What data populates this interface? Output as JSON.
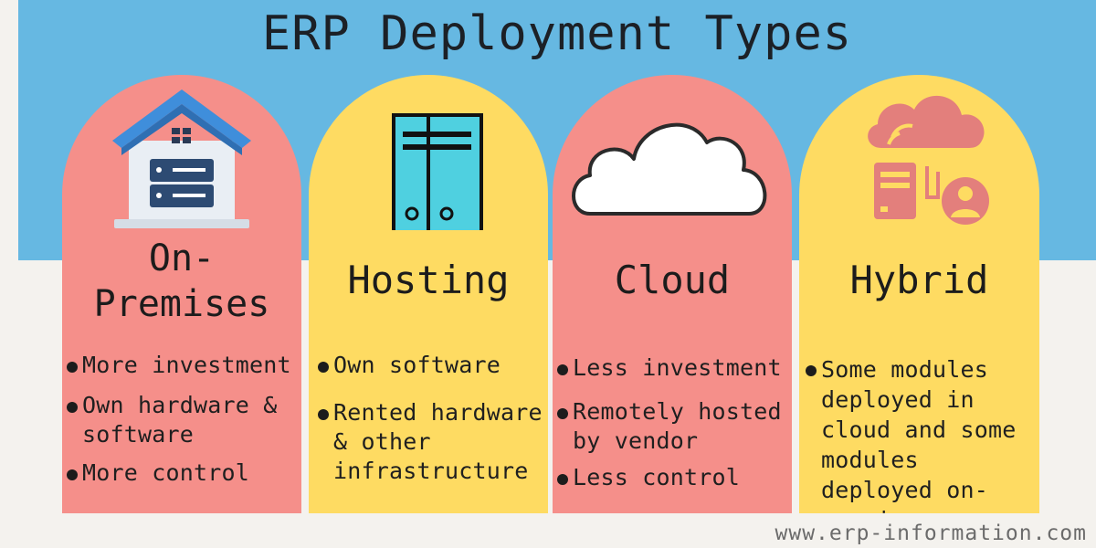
{
  "title": "ERP Deployment Types",
  "colors": {
    "sky": "#66b8e2",
    "pink": "#f58f8a",
    "yellow": "#fedb62",
    "cyan": "#4fd0e0"
  },
  "cards": [
    {
      "heading": "On-\nPremises",
      "icon": "house-server-icon",
      "bullets": [
        "More investment",
        "Own hardware & software",
        "More control"
      ]
    },
    {
      "heading": "Hosting",
      "icon": "server-transfer-icon",
      "bullets": [
        "Own software",
        "Rented hardware & other infrastructure"
      ]
    },
    {
      "heading": "Cloud",
      "icon": "cloud-icon",
      "bullets": [
        "Less investment",
        "Remotely hosted by vendor",
        "Less control"
      ]
    },
    {
      "heading": "Hybrid",
      "icon": "hybrid-cloud-server-icon",
      "bullets": [
        "Some modules deployed in cloud and some modules deployed on-premise"
      ]
    }
  ],
  "footer": "www.erp-information.com"
}
